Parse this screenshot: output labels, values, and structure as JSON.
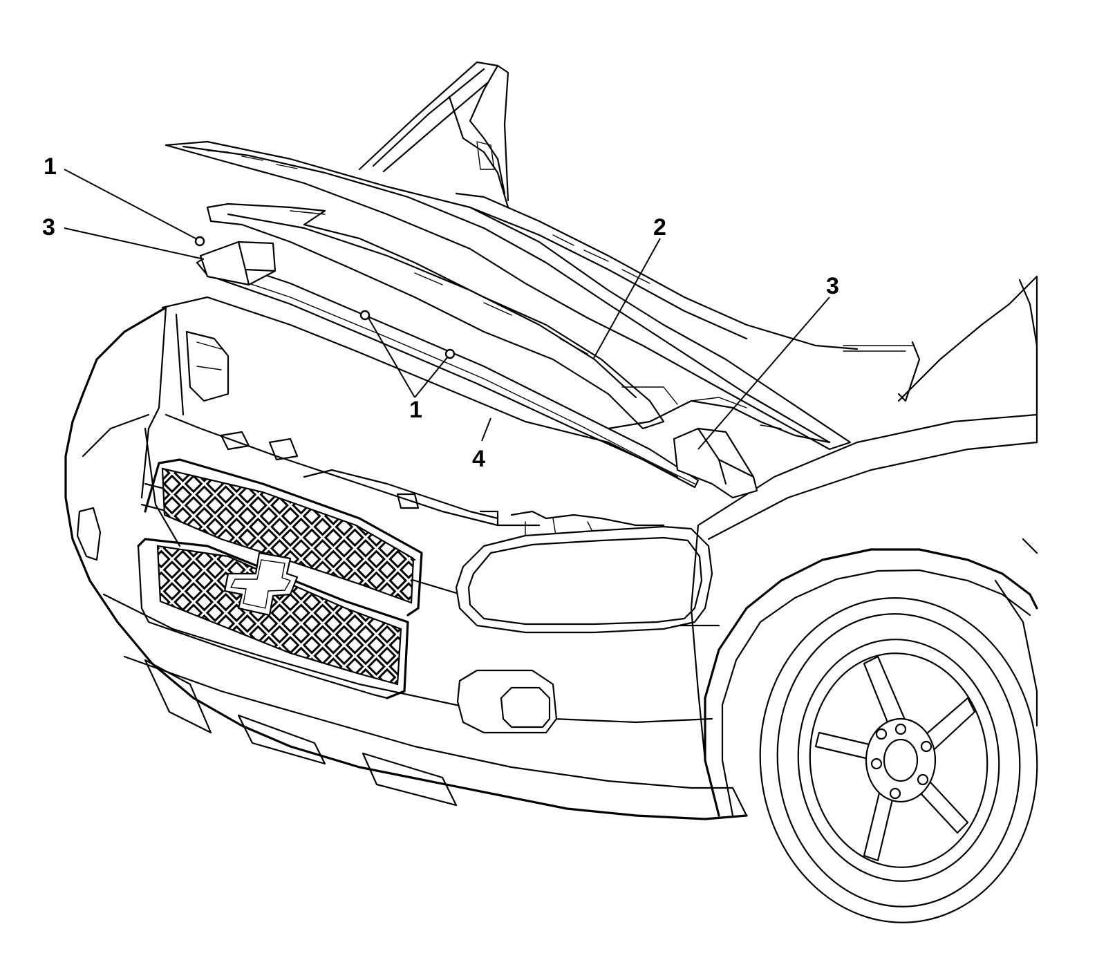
{
  "callouts": [
    {
      "id": "c1a",
      "label": "1"
    },
    {
      "id": "c3a",
      "label": "3"
    },
    {
      "id": "c2",
      "label": "2"
    },
    {
      "id": "c3b",
      "label": "3"
    },
    {
      "id": "c1b",
      "label": "1"
    },
    {
      "id": "c4",
      "label": "4"
    }
  ]
}
